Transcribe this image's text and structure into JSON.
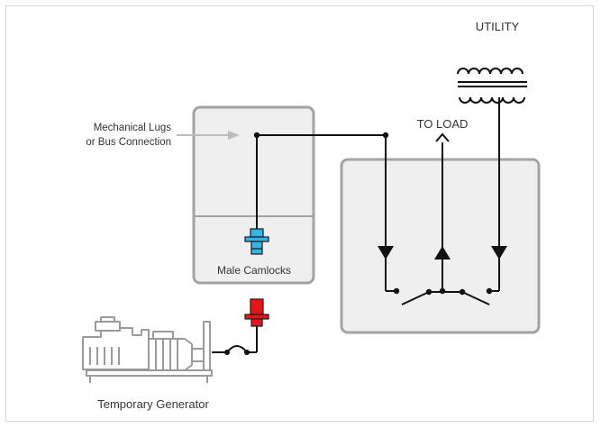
{
  "labels": {
    "utility": "UTILITY",
    "to_load": "TO LOAD",
    "lugs_line1": "Mechanical Lugs",
    "lugs_line2": "or Bus Connection",
    "male_camlocks": "Male Camlocks",
    "generator": "Temporary Generator"
  },
  "colors": {
    "box_stroke": "#a3a3a3",
    "box_fill": "#efefef",
    "wire": "#111111",
    "arrow_gray": "#bdbdbd",
    "camlock_male": "#33b5e5",
    "camlock_female": "#e8141c",
    "generator": "#9a9a9a"
  }
}
